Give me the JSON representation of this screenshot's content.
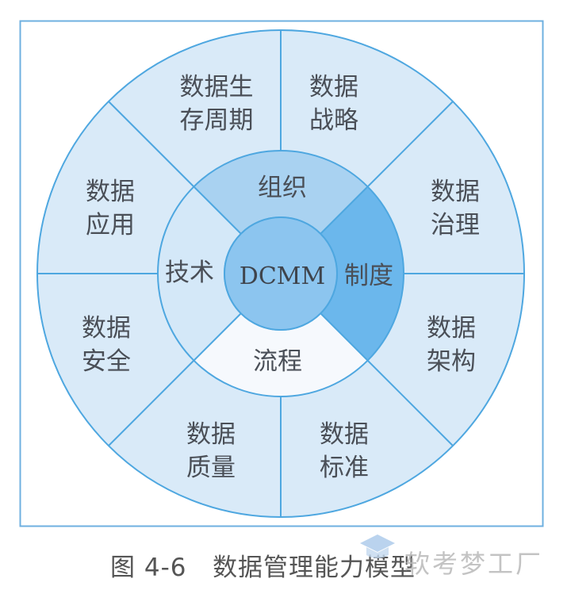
{
  "diagram": {
    "center": {
      "label": "DCMM"
    },
    "middle_ring": [
      {
        "id": "organization",
        "label": "组织",
        "position": "top"
      },
      {
        "id": "system",
        "label": "制度",
        "position": "right"
      },
      {
        "id": "process",
        "label": "流程",
        "position": "bottom"
      },
      {
        "id": "technology",
        "label": "技术",
        "position": "left"
      }
    ],
    "outer_ring": [
      {
        "id": "data-strategy",
        "line1": "数据",
        "line2": "战略"
      },
      {
        "id": "data-governance",
        "line1": "数据",
        "line2": "治理"
      },
      {
        "id": "data-architecture",
        "line1": "数据",
        "line2": "架构"
      },
      {
        "id": "data-standards",
        "line1": "数据",
        "line2": "标准"
      },
      {
        "id": "data-quality",
        "line1": "数据",
        "line2": "质量"
      },
      {
        "id": "data-security",
        "line1": "数据",
        "line2": "安全"
      },
      {
        "id": "data-application",
        "line1": "数据",
        "line2": "应用"
      },
      {
        "id": "data-lifecycle",
        "line1": "数据生",
        "line2": "存周期"
      }
    ],
    "colors": {
      "frame": "#6fb0e0",
      "line": "#4ea7e0",
      "outer_fill": "#d9eaf8",
      "organization_fill": "#a9d2f1",
      "system_fill": "#6bb7ec",
      "process_fill": "#f6f9fd",
      "technology_fill": "#d4e8f8",
      "center_fill": "#8cc5ef"
    }
  },
  "caption": {
    "figure_number": "图 4-6",
    "title": "数据管理能力模型"
  },
  "watermark": {
    "text": "软考梦工厂"
  }
}
